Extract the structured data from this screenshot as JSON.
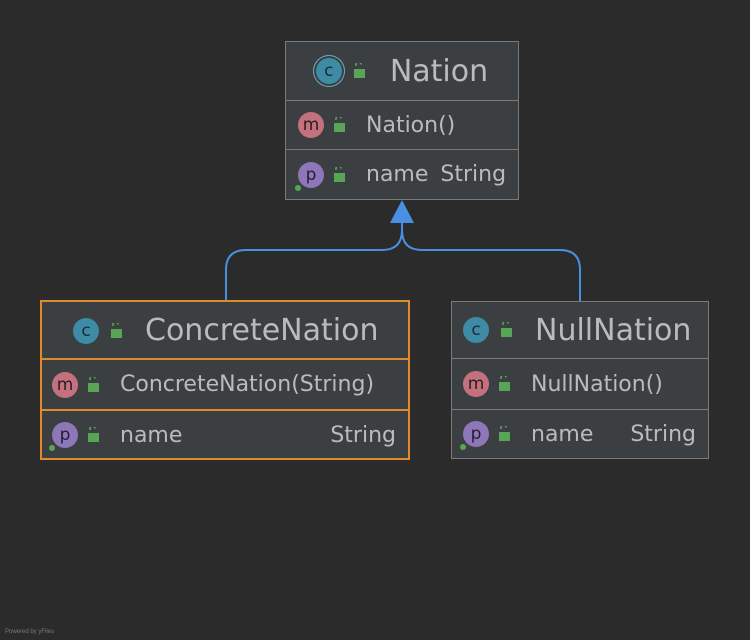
{
  "colors": {
    "background": "#2b2b2b",
    "node_fill": "#3c3f41",
    "node_border": "#7a7a7a",
    "selected_border": "#e08a2e",
    "edge": "#4a90e2",
    "class_badge": "#3d8ba5",
    "method_badge": "#c4717f",
    "property_badge": "#8e77b8",
    "lock": "#58a556"
  },
  "badges": {
    "class": "c",
    "method": "m",
    "property": "p"
  },
  "icons": [
    "class-icon",
    "method-icon",
    "property-icon",
    "lock-icon"
  ],
  "nodes": {
    "nation": {
      "name": "Nation",
      "method": "Nation()",
      "property": {
        "name": "name",
        "type": "String"
      }
    },
    "concrete": {
      "name": "ConcreteNation",
      "method": "ConcreteNation(String)",
      "property": {
        "name": "name",
        "type": "String"
      },
      "selected": true
    },
    "null": {
      "name": "NullNation",
      "method": "NullNation()",
      "property": {
        "name": "name",
        "type": "String"
      }
    }
  },
  "relations": [
    {
      "from": "ConcreteNation",
      "to": "Nation",
      "kind": "inheritance"
    },
    {
      "from": "NullNation",
      "to": "Nation",
      "kind": "inheritance"
    }
  ],
  "footer": "Powered by yFiles"
}
